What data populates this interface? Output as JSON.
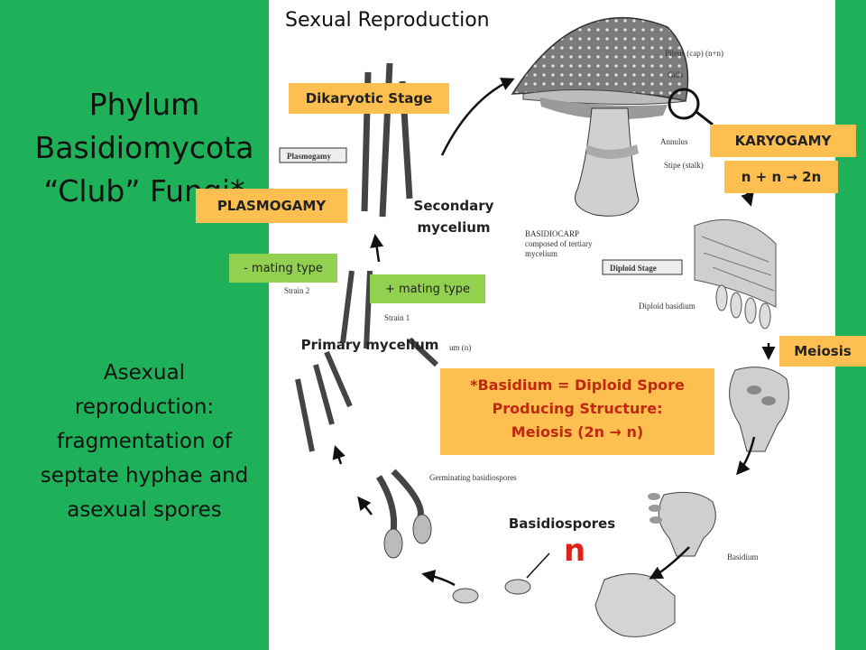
{
  "title_lines": [
    "Phylum",
    "Basidiomycota",
    "“Club” Fungi*"
  ],
  "asexual_lines": [
    "Asexual",
    "reproduction:",
    "fragmentation of",
    "septate hyphae and",
    "asexual spores"
  ],
  "heading": "Sexual Reproduction",
  "labels": {
    "dikaryotic": "Dikaryotic Stage",
    "karyogamy": "KARYOGAMY",
    "karyogamy_eq": "n + n → 2n",
    "plasmogamy": "PLASMOGAMY",
    "secondary": [
      "Secondary",
      "mycelium"
    ],
    "minus_mating": "- mating type",
    "plus_mating": "+ mating type",
    "primary": "Primary mycelium",
    "meiosis": "Meiosis",
    "basidiospores": "Basidiospores",
    "n": "n"
  },
  "basidium_box": [
    "*Basidium = Diploid  Spore",
    "Producing Structure:",
    "Meiosis (2n → n)"
  ],
  "figure_text": {
    "pileus": "Pileus (cap) (n+n)",
    "gills": "Gills",
    "annulus": "Annulus",
    "stipe": "Stipe (stalk)",
    "basidiocarp": [
      "BASIDIOCARP",
      "composed of tertiary",
      "mycelium"
    ],
    "plasmogamy_box": "Plasmogamy",
    "diploid_stage": "Diploid Stage",
    "diploid_basidium": "Diploid basidium",
    "strain1": "Strain 1",
    "strain2": "Strain 2",
    "um_n": "um (n)",
    "germinating": "Germinating basidiospores",
    "basidium": "Basidium"
  },
  "colors": {
    "background": "#1fb15a",
    "orange_label": "#fdbf4f",
    "green_label": "#92d050",
    "red_text": "#e1221b"
  }
}
